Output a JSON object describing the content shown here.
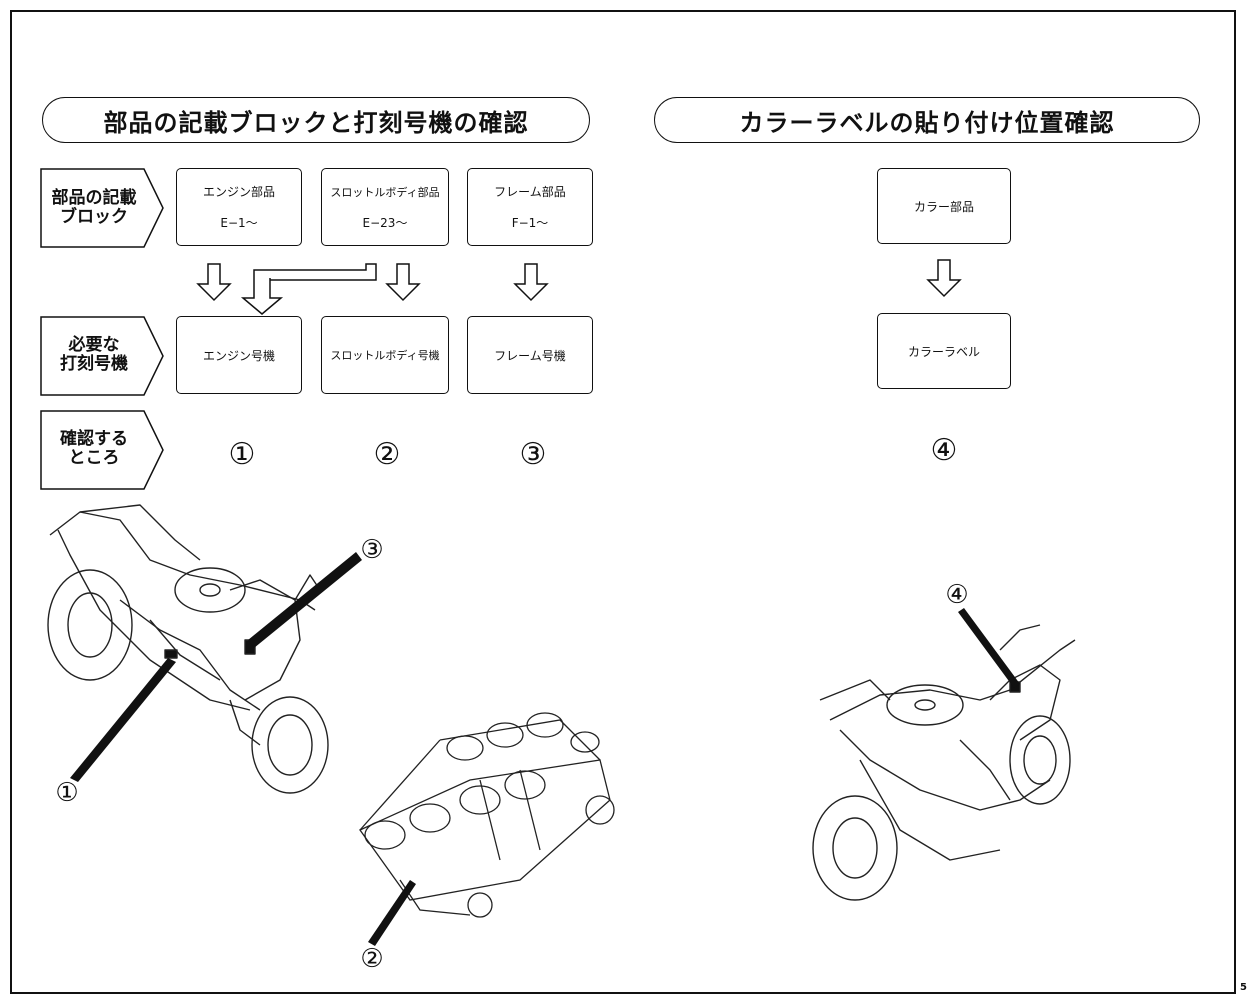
{
  "left_title": "部品の記載ブロックと打刻号機の確認",
  "right_title": "カラーラベルの貼り付け位置確認",
  "row_labels": [
    {
      "line1": "部品の記載",
      "line2": "ブロック"
    },
    {
      "line1": "必要な",
      "line2": "打刻号機"
    },
    {
      "line1": "確認する",
      "line2": "ところ"
    }
  ],
  "parts": [
    {
      "name": "エンジン部品",
      "code": "E−1〜"
    },
    {
      "name": "スロットルボディ部品",
      "code": "E−23〜"
    },
    {
      "name": "フレーム部品",
      "code": "F−1〜"
    }
  ],
  "stamps": [
    "エンジン号機",
    "スロットルボディ号機",
    "フレーム号機"
  ],
  "check_marks": [
    "①",
    "②",
    "③"
  ],
  "color_part": "カラー部品",
  "color_label": "カラーラベル",
  "color_mark": "④",
  "callouts": {
    "c1": "①",
    "c2": "②",
    "c3": "③",
    "c4": "④"
  },
  "page_number": "5"
}
